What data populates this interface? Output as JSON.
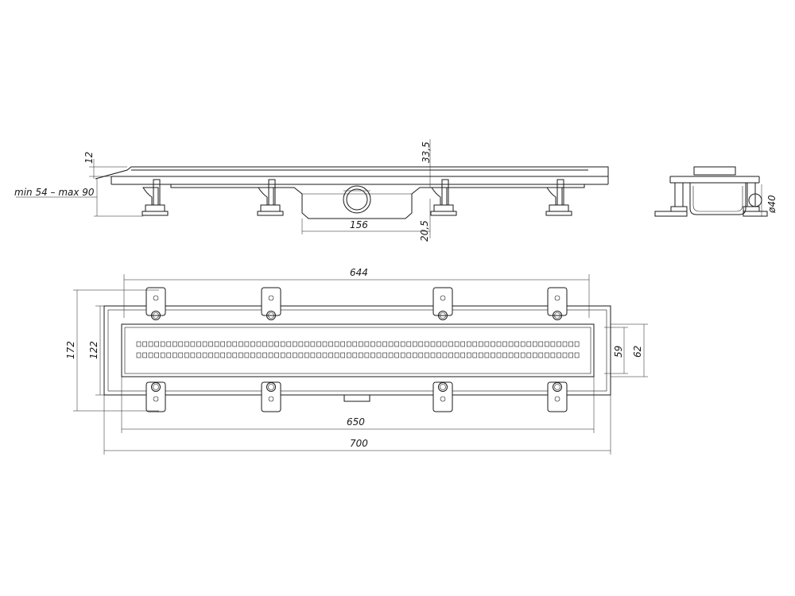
{
  "drawing": {
    "labels": {
      "top_height": "12",
      "clearance_range": "min 54 – max 90",
      "center_height": "33,5",
      "outlet_offset": "156",
      "outlet_depth": "20,5",
      "outlet_diameter": "ø40",
      "overall_flange_length": "644",
      "total_width": "172",
      "channel_width": "122",
      "grate_width": "59",
      "grate_outer_width": "62",
      "grate_length": "650",
      "total_length": "700"
    },
    "colors": {
      "line": "#1a1a1a",
      "background": "#ffffff"
    }
  }
}
